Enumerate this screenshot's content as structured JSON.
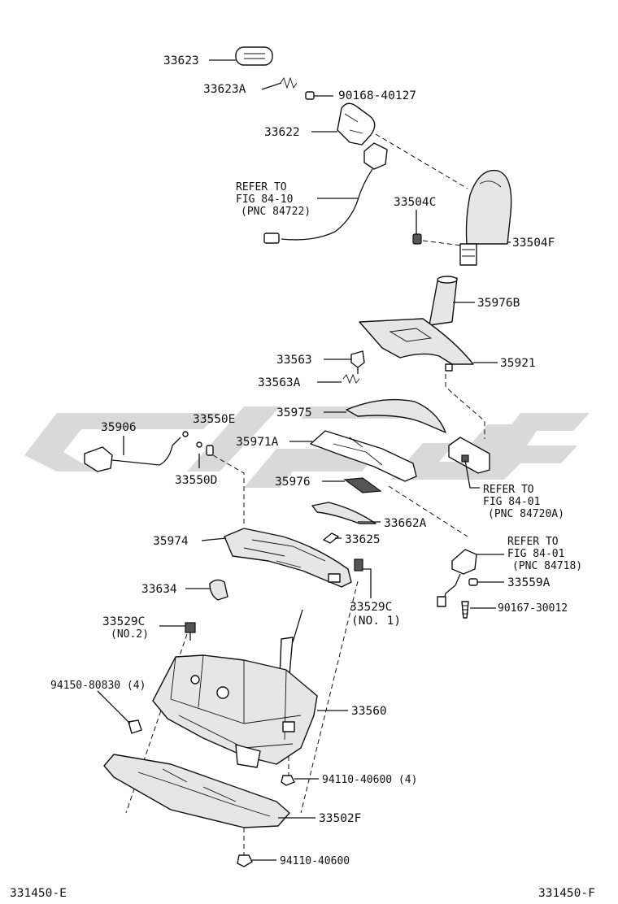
{
  "diagram": {
    "figure_codes": {
      "left": "331450-E",
      "right": "331450-F"
    },
    "parts": {
      "p33623": "33623",
      "p33623A": "33623A",
      "p90168": "90168-40127",
      "p33622": "33622",
      "ref1": [
        "REFER TO",
        "FIG 84-10",
        "(PNC 84722)"
      ],
      "p33504C": "33504C",
      "p33504F": "33504F",
      "p35976B": "35976B",
      "p33563": "33563",
      "p35921": "35921",
      "p33563A": "33563A",
      "p35975": "35975",
      "p35906": "35906",
      "p33550E": "33550E",
      "p35971A": "35971A",
      "p33550D": "33550D",
      "p35976": "35976",
      "ref2": [
        "REFER TO",
        "FIG 84-01",
        "(PNC 84720A)"
      ],
      "p33662A": "33662A",
      "p33625": "33625",
      "p35974": "35974",
      "ref3": [
        "REFER TO",
        "FIG 84-01",
        "(PNC 84718)"
      ],
      "p33634": "33634",
      "p33559A": "33559A",
      "p33529C_no1": [
        "33529C",
        "(NO. 1)"
      ],
      "p90167": "90167-30012",
      "p33529C_no2": [
        "33529C",
        "(NO.2)"
      ],
      "p94150": "94150-80830 (4)",
      "p33560": "33560",
      "p94110_4": "94110-40600 (4)",
      "p33502F": "33502F",
      "p94110": "94110-40600"
    }
  }
}
